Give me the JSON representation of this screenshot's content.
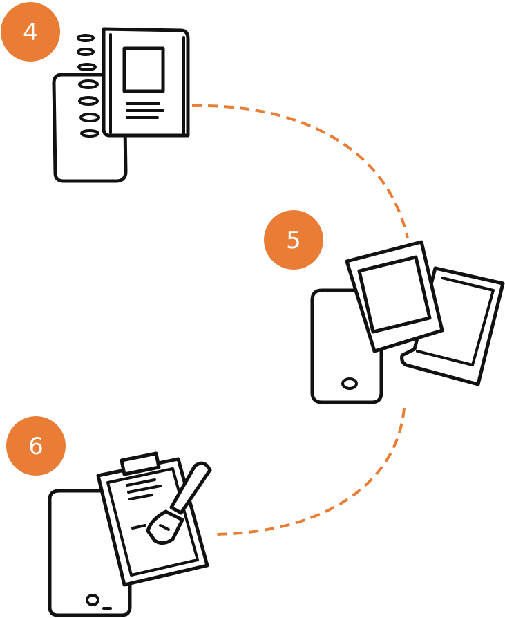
{
  "colors": {
    "accent": "#E97D36",
    "ink": "#111111",
    "background": "#ffffff"
  },
  "steps": [
    {
      "number": "4",
      "icon": "phone-with-notebook-icon"
    },
    {
      "number": "5",
      "icon": "phone-with-photos-icon"
    },
    {
      "number": "6",
      "icon": "phone-with-clipboard-pen-icon"
    }
  ]
}
